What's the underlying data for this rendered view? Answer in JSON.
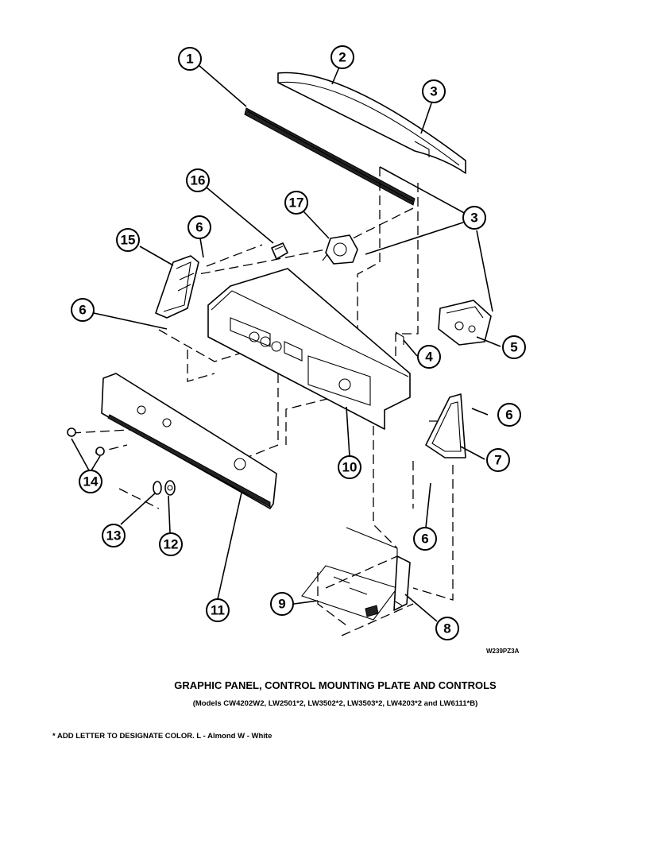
{
  "diagram": {
    "title": "GRAPHIC PANEL, CONTROL MOUNTING PLATE AND CONTROLS",
    "models": "(Models CW4202W2, LW2501*2, LW3502*2, LW3503*2, LW4203*2 and LW6111*B)",
    "footnote": "* ADD LETTER TO DESIGNATE COLOR.  L - Almond   W - White",
    "drawing_code": "W239PZ3A",
    "callouts": [
      {
        "id": "c1",
        "label": "1"
      },
      {
        "id": "c2",
        "label": "2"
      },
      {
        "id": "c3a",
        "label": "3"
      },
      {
        "id": "c3b",
        "label": "3"
      },
      {
        "id": "c4",
        "label": "4"
      },
      {
        "id": "c5",
        "label": "5"
      },
      {
        "id": "c6a",
        "label": "6"
      },
      {
        "id": "c6b",
        "label": "6"
      },
      {
        "id": "c6c",
        "label": "6"
      },
      {
        "id": "c6d",
        "label": "6"
      },
      {
        "id": "c7",
        "label": "7"
      },
      {
        "id": "c8",
        "label": "8"
      },
      {
        "id": "c9",
        "label": "9"
      },
      {
        "id": "c10",
        "label": "10"
      },
      {
        "id": "c11",
        "label": "11"
      },
      {
        "id": "c12",
        "label": "12"
      },
      {
        "id": "c13",
        "label": "13"
      },
      {
        "id": "c14",
        "label": "14"
      },
      {
        "id": "c15",
        "label": "15"
      },
      {
        "id": "c16",
        "label": "16"
      },
      {
        "id": "c17",
        "label": "17"
      }
    ]
  }
}
